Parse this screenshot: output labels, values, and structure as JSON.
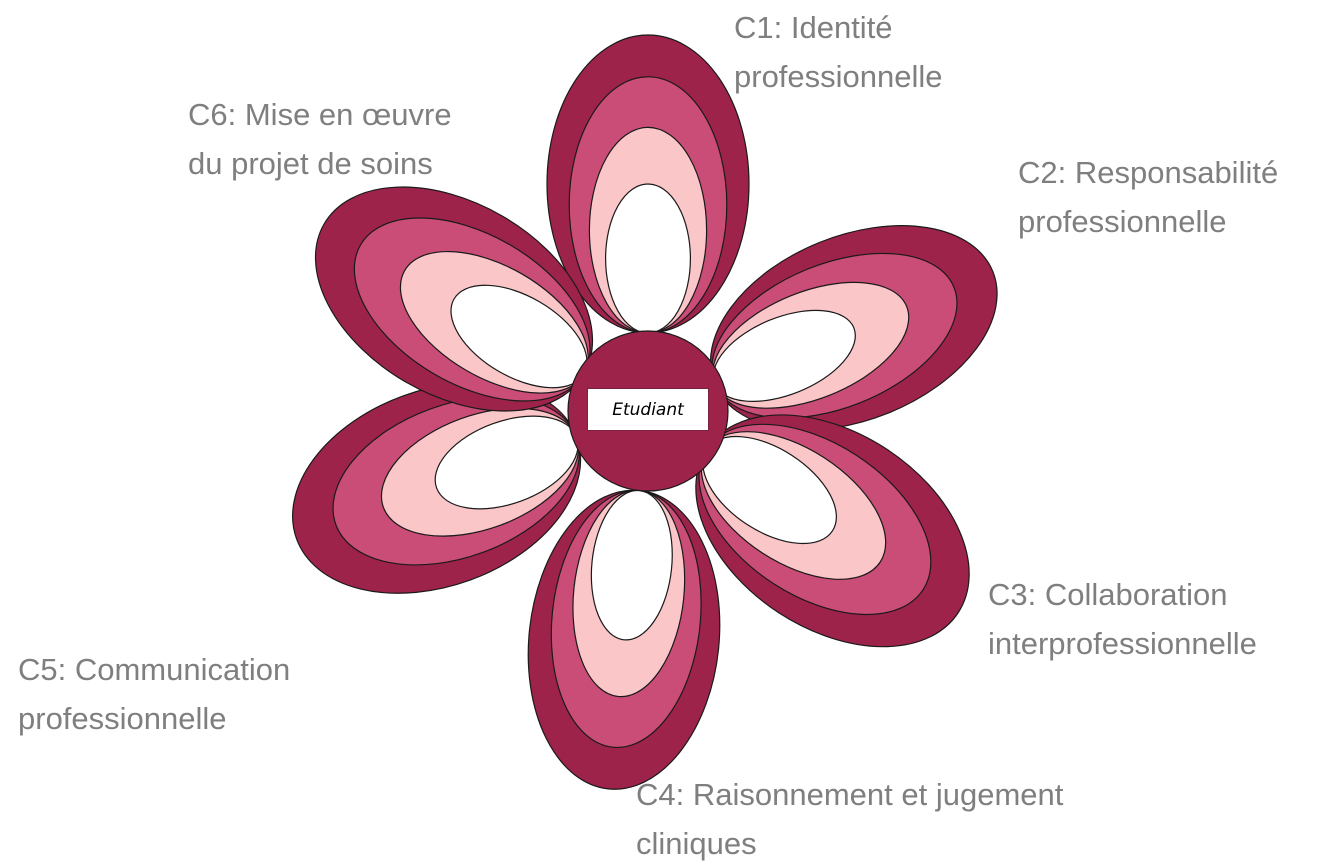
{
  "center": {
    "label": "Etudiant"
  },
  "competences": [
    {
      "code": "C1",
      "lines": [
        "C1: Identité",
        "professionnelle"
      ]
    },
    {
      "code": "C2",
      "lines": [
        "C2: Responsabilité",
        "professionnelle"
      ]
    },
    {
      "code": "C3",
      "lines": [
        "C3: Collaboration",
        "interprofessionnelle"
      ]
    },
    {
      "code": "C4",
      "lines": [
        "C4: Raisonnement et  jugement",
        "cliniques"
      ]
    },
    {
      "code": "C5",
      "lines": [
        "C5: Communication",
        "professionnelle"
      ]
    },
    {
      "code": "C6",
      "lines": [
        "C6: Mise en œuvre",
        "du projet de soins"
      ]
    }
  ],
  "colors": {
    "ring_outer": "#9e234b",
    "ring_middle": "#c94d76",
    "ring_inner": "#fbc6c8",
    "core": "#ffffff",
    "center_disc": "#9e234b",
    "outline": "#1a1a1a",
    "label_text": "#7f7f7f"
  }
}
